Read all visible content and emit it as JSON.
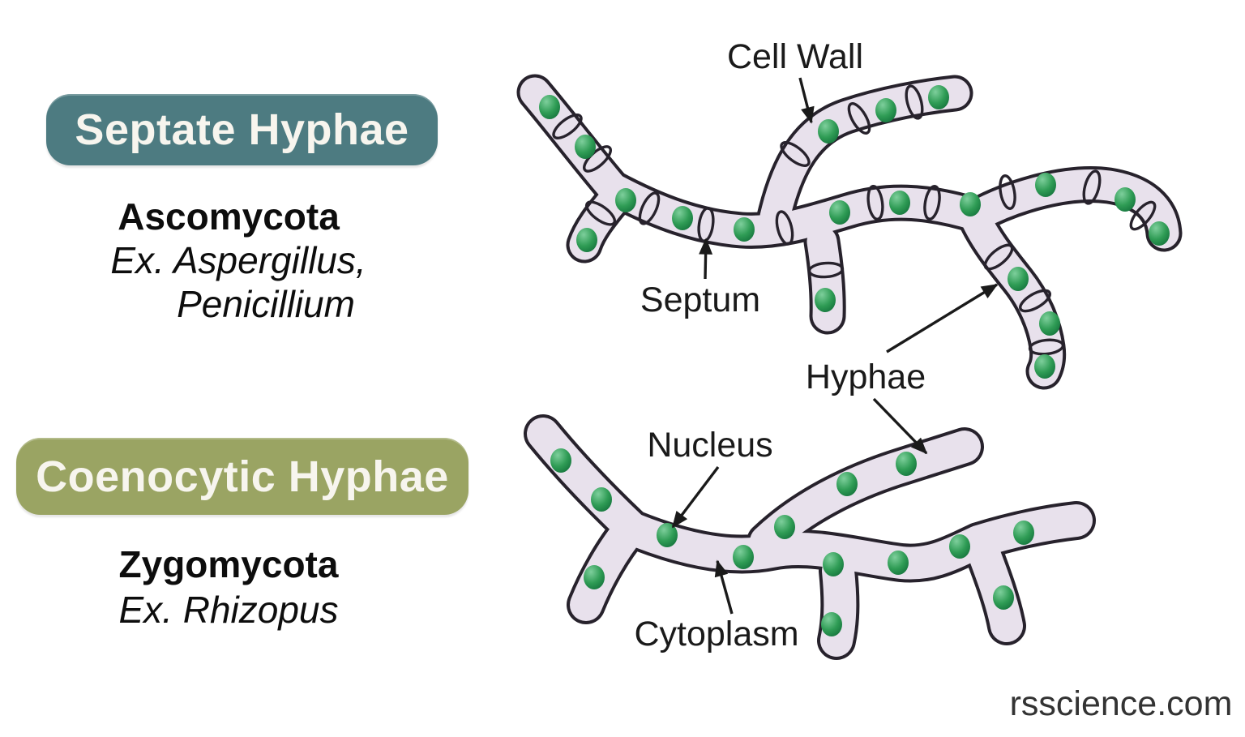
{
  "page": {
    "watermark": "rsscience.com"
  },
  "panels": {
    "septate": {
      "title": "Septate Hyphae",
      "phylum": "Ascomycota",
      "example_line1": "Ex. Aspergillus,",
      "example_line2": "Penicillium"
    },
    "coenocytic": {
      "title": "Coenocytic Hyphae",
      "phylum": "Zygomycota",
      "example_line1": "Ex. Rhizopus"
    }
  },
  "diagram": {
    "labels": {
      "cell_wall": "Cell Wall",
      "septum": "Septum",
      "hyphae": "Hyphae",
      "nucleus": "Nucleus",
      "cytoplasm": "Cytoplasm"
    }
  },
  "colors": {
    "septate_badge": "#4d7b81",
    "coenocytic_badge": "#9aa463",
    "badge_text": "#f7f5ee",
    "tube_fill": "#e8e1ec",
    "outline": "#27222c",
    "ink": "#1a1a1a",
    "nucleus_light": "#7ecf9c",
    "nucleus_mid": "#2f9c55",
    "nucleus_dark": "#12703a",
    "watermark_text": "#333333"
  }
}
